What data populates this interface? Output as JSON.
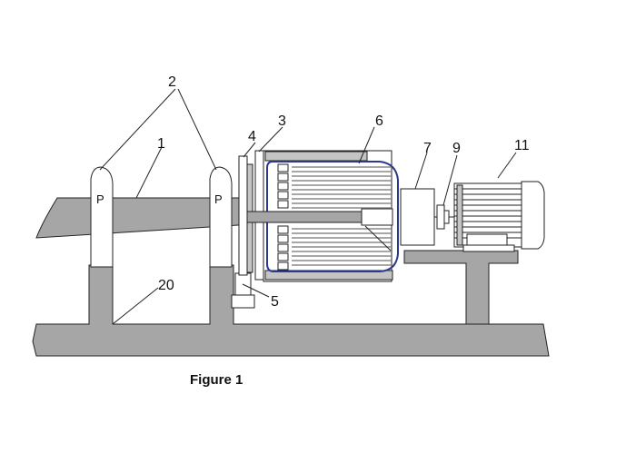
{
  "figure": {
    "caption": "Figure 1",
    "labels": {
      "l1": "1",
      "l2": "2",
      "l3": "3",
      "l4": "4",
      "l5": "5",
      "l6": "6",
      "l7": "7",
      "l9": "9",
      "l11": "11",
      "l20": "20"
    },
    "pump_marks": [
      "P",
      "P"
    ],
    "colors": {
      "housing_outline": "#2b3a8f",
      "grey": "#a6a6a6"
    }
  }
}
